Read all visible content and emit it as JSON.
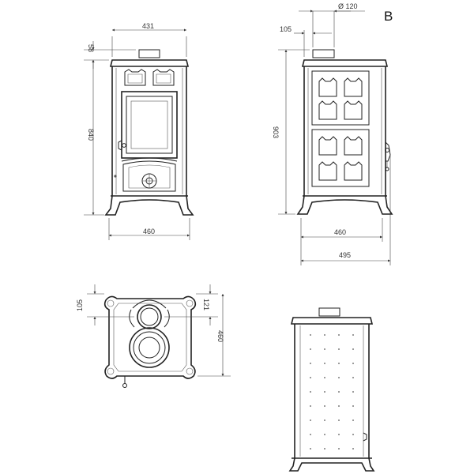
{
  "sheet_label": "B",
  "dimensions": {
    "front_width_top": "431",
    "front_top_offset": "58",
    "front_height": "840",
    "front_base_width": "460",
    "side_flue_diameter": "Ø 120",
    "side_flue_offset": "105",
    "side_height": "903",
    "side_base_width": "460",
    "side_total_depth": "495",
    "top_flue_offset_left": "105",
    "top_flue_offset_right": "121",
    "top_depth": "460"
  }
}
